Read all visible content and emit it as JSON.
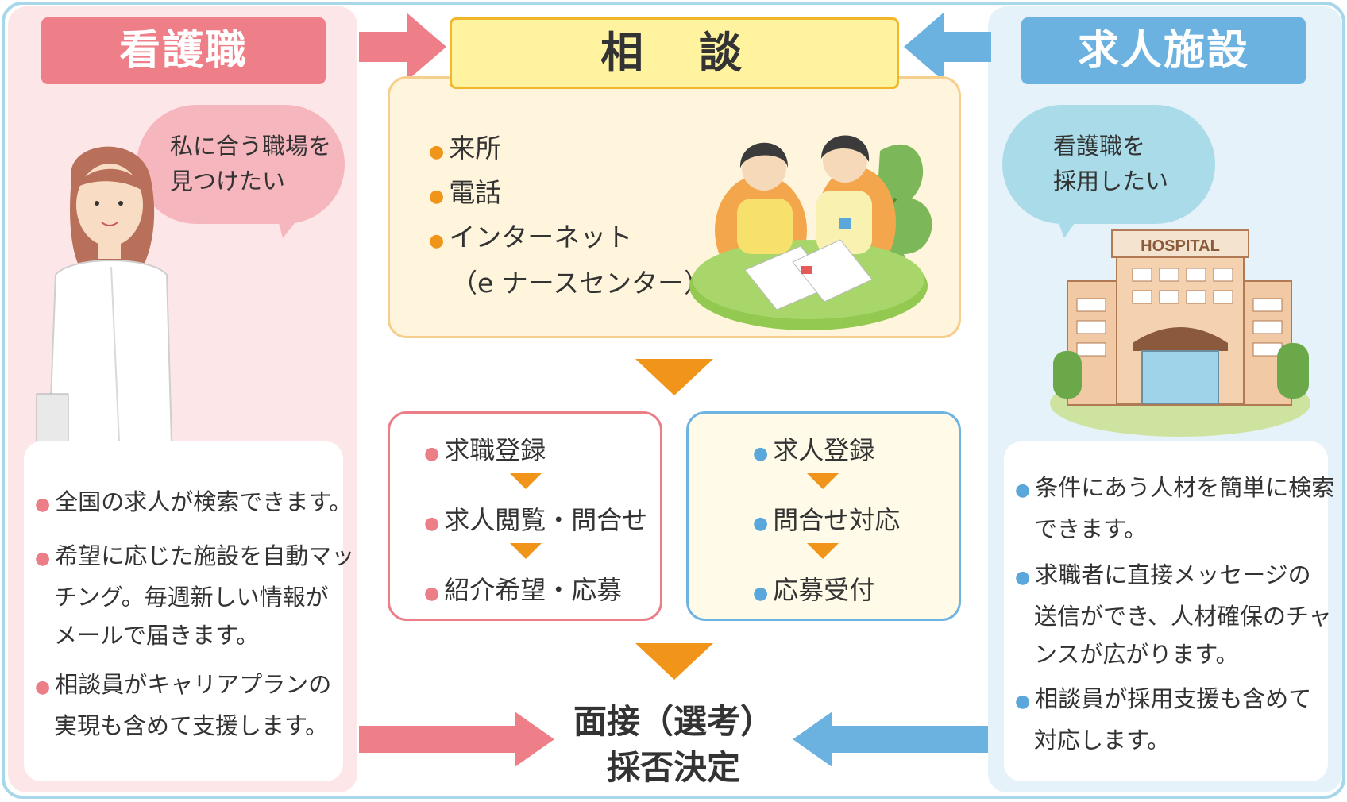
{
  "colors": {
    "pink": "#ee7f88",
    "blue": "#6bb2e0",
    "yellow": "#fff3a0",
    "orange": "#f0951a",
    "panel_pink": "#fde6e8",
    "panel_blue": "#e6f2f9"
  },
  "left": {
    "title": "看護職",
    "bubble_line1": "私に合う職場を",
    "bubble_line2": "見つけたい",
    "bullets": [
      {
        "line1": "全国の求人が検索できます。"
      },
      {
        "line1": "希望に応じた施設を自動マッ",
        "line2": "チング。毎週新しい情報が",
        "line3": "メールで届きます。"
      },
      {
        "line1": "相談員がキャリアプランの",
        "line2": "実現も含めて支援します。"
      }
    ]
  },
  "center": {
    "title": "相　談",
    "methods": [
      "来所",
      "電話",
      "インターネット",
      "（e ナースセンター）"
    ],
    "flow_left": [
      "求職登録",
      "求人閲覧・問合せ",
      "紹介希望・応募"
    ],
    "flow_right": [
      "求人登録",
      "問合せ対応",
      "応募受付"
    ],
    "final_line1": "面接（選考）",
    "final_line2": "採否決定"
  },
  "right": {
    "title": "求人施設",
    "bubble_line1": "看護職を",
    "bubble_line2": "採用したい",
    "hospital_sign": "HOSPITAL",
    "bullets": [
      {
        "line1": "条件にあう人材を簡単に検索",
        "line2": "できます。"
      },
      {
        "line1": "求職者に直接メッセージの",
        "line2": "送信ができ、人材確保のチャ",
        "line3": "ンスが広がります。"
      },
      {
        "line1": "相談員が採用支援も含めて",
        "line2": "対応します。"
      }
    ]
  }
}
